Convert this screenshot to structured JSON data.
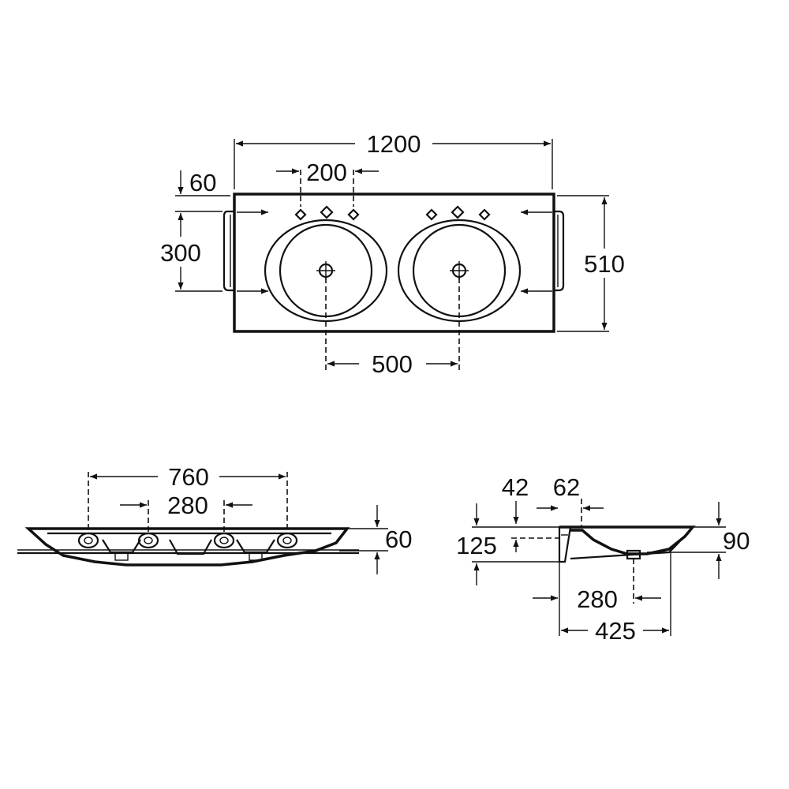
{
  "top_view": {
    "width": "1200",
    "depth": "510",
    "tap_hole_spacing": "200",
    "bowl_spacing": "500",
    "bracket_spacing": "300",
    "edge_offset": "60"
  },
  "front_view": {
    "outer_hole_spacing": "760",
    "inner_hole_spacing": "280",
    "rim_height": "60"
  },
  "side_view": {
    "offset_a": "42",
    "offset_b": "62",
    "total_height": "125",
    "bowl_depth": "90",
    "waste_position": "280",
    "overall_depth": "425"
  }
}
